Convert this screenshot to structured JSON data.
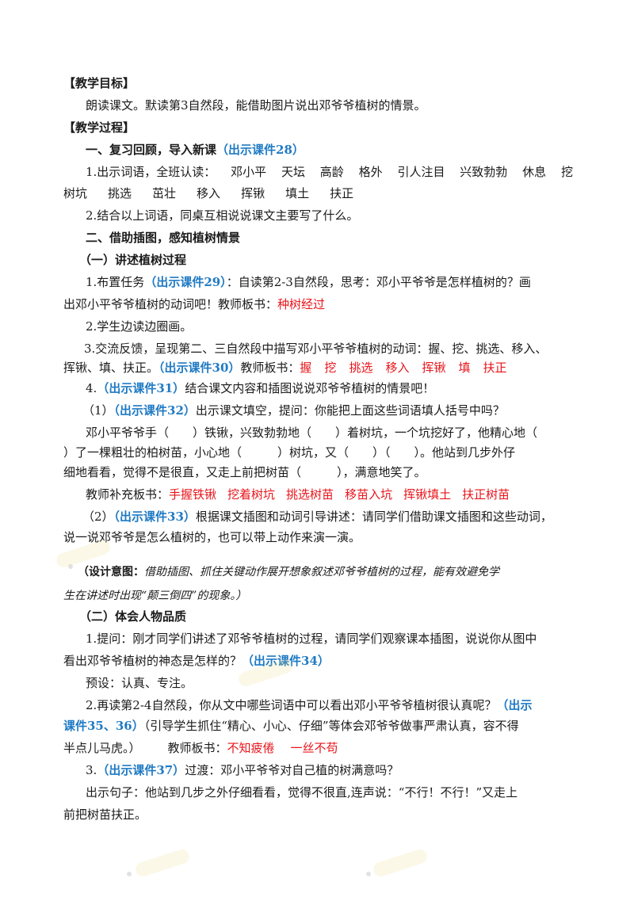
{
  "h_goal": "【教学目标】",
  "goal_text": "朗读课文。默读第3自然段，能借助图片说出邓爷爷植树的情景。",
  "h_process": "【教学过程】",
  "s1_title": "一、复习回顾，导入新课",
  "s1_ppt": "（出示课件28）",
  "s1_1_prefix": "1.出示词语，全班认读：",
  "s1_1_words": [
    "邓小平",
    "天坛",
    "高龄",
    "格外",
    "引人注目",
    "兴致勃勃",
    "休息",
    "挖"
  ],
  "s1_1_words2": [
    "树坑",
    "挑选",
    "茁壮",
    "移入",
    "挥锹",
    "填土",
    "扶正"
  ],
  "s1_2": "2.结合以上词语，同桌互相说说课文主要写了什么。",
  "s2_title": "二、借助插图，感知植树情景",
  "s2a_title": "（一）讲述植树过程",
  "a1_p1": "1.布置任务",
  "a1_ppt": "（出示课件29）",
  "a1_p2": "：自读第2-3自然段，思考：邓小平爷爷是怎样植树的？画",
  "a1_l2": "出邓小平爷爷植树的动词吧！教师板书：",
  "a1_board": "种树经过",
  "a2": "2.学生边读边圈画。",
  "a3_l1": "3.交流反馈，呈现第二、三自然段中描写邓小平爷爷植树的动词：握、挖、挑选、移入、",
  "a3_l2": "挥锹、填、扶正。",
  "a3_ppt": "（出示课件30）",
  "a3_board_label": "教师板书：",
  "a3_board": [
    "握",
    "挖",
    "挑选",
    "移入",
    "挥锹",
    "填",
    "扶正"
  ],
  "a4_prefix": "4.",
  "a4_ppt": "（出示课件31）",
  "a4_text": "结合课文内容和插图说说邓爷爷植树的情景吧！",
  "a4_1_prefix": "（1）",
  "a4_1_ppt": "（出示课件32）",
  "a4_1_text": "出示课文填空，提问：你能把上面这些词语填人括号中吗？",
  "fill_l1": "邓小平爷爷手（　　）铁锹，兴致勃勃地（　　）着树坑，一个坑挖好了，他精心地（",
  "fill_l2": "）了一棵粗壮的柏树苗，小心地（　　　）树坑，又（　　）（　　）。他站到几步外仔",
  "fill_l3": "细地看看，觉得不是很直，又走上前把树苗（　　　），满意地笑了。",
  "supp_label": "教师补充板书：",
  "supp_items": [
    "手握铁锹",
    "挖着树坑",
    "挑选树苗",
    "移苗入坑",
    "挥锹填土",
    "扶正树苗"
  ],
  "a4_2_prefix": "（2）",
  "a4_2_ppt": "（出示课件33）",
  "a4_2_text": "根据课文插图和动词引导讲述：请同学们借助课文插图和这些动词，",
  "a4_2_l2": "说一说邓爷爷是怎么植树的，也可以带上动作来演一演。",
  "design_l1_bold": "（设计意图：",
  "design_l1": "借助插图、抓住关键动作展开想象叙述邓爷爷植树的过程，能有效避免学",
  "design_l2": "生在讲述时出现“颠三倒四”的现象。）",
  "s2b_title": "（二）体会人物品质",
  "b1_l1": "1.提问：刚才同学们讲述了邓爷爷植树的过程，请同学们观察课本插图，说说你从图中",
  "b1_l2": "看出邓爷爷植树的神态是怎样的？",
  "b1_ppt": "（出示课件34）",
  "preset": "预设：认真、专注。",
  "b2_l1": "2.再读第2-4自然段，你从文中哪些词语中可以看出邓小平爷爷植树很认真呢？",
  "b2_ppt_a": "（出示",
  "b2_ppt_b": "课件35、36）",
  "b2_l2": "（引导学生抓住“精心、小心、仔细”等体会邓爷爷做事严肃认真，容不得",
  "b2_l3": "半点儿马虎。）",
  "b2_board_label": "教师板书：",
  "b2_board": [
    "不知疲倦",
    "一丝不苟"
  ],
  "b3_prefix": "3.",
  "b3_ppt": "（出示课件37）",
  "b3_text": "过渡：邓小平爷爷对自己植的树满意吗？",
  "sent_l1": "出示句子：他站到几步之外仔细看看，觉得不很直,连声说：“不行！不行！”又走上",
  "sent_l2": "前把树苗扶正。"
}
